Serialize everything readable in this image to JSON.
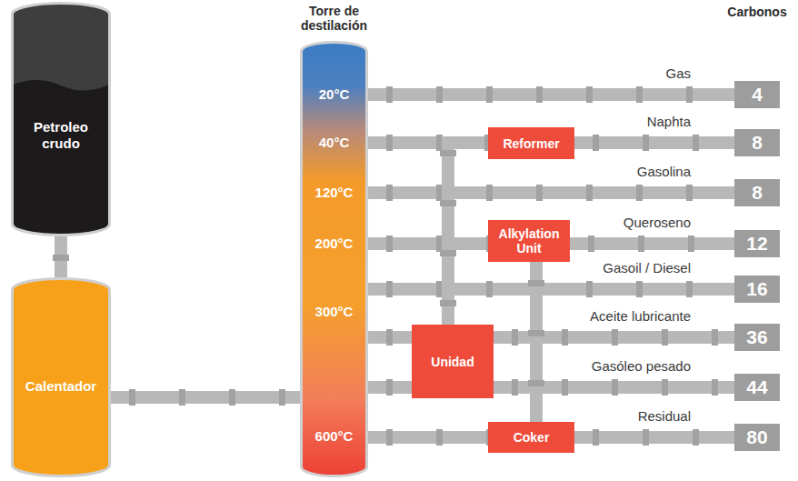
{
  "diagram": {
    "nodes": [
      {
        "text": [
          "Petroleo crudo"
        ]
      },
      {
        "text": [
          "Calentador"
        ]
      },
      {
        "text": [
          "Torre de destilación",
          "20°C",
          "40°C",
          "120°C",
          "200°C",
          "300°C",
          "600°C"
        ]
      },
      {
        "text": [
          "Reformer"
        ]
      },
      {
        "text": [
          "Alkylation Unit"
        ]
      },
      {
        "text": [
          "Unidad"
        ]
      },
      {
        "text": [
          "Coker"
        ]
      },
      {
        "text": [
          "4"
        ]
      },
      {
        "text": [
          "8"
        ]
      },
      {
        "text": [
          "8"
        ]
      },
      {
        "text": [
          "12"
        ]
      },
      {
        "text": [
          "16"
        ]
      },
      {
        "text": [
          "36"
        ]
      },
      {
        "text": [
          "44"
        ]
      },
      {
        "text": [
          "80"
        ]
      }
    ],
    "edges": [
      {
        "from": 0,
        "to": 1,
        "arrow": "none"
      },
      {
        "from": 1,
        "to": 2,
        "arrow": "none"
      },
      {
        "from": 2,
        "to": 7,
        "arrow": "none"
      },
      {
        "from": 2,
        "to": 3,
        "arrow": "none"
      },
      {
        "from": 3,
        "to": 8,
        "arrow": "none"
      },
      {
        "from": 2,
        "to": 9,
        "arrow": "none"
      },
      {
        "from": 2,
        "to": 4,
        "arrow": "none"
      },
      {
        "from": 4,
        "to": 10,
        "arrow": "none"
      },
      {
        "from": 2,
        "to": 11,
        "arrow": "none"
      },
      {
        "from": 2,
        "to": 5,
        "arrow": "none"
      },
      {
        "from": 5,
        "to": 12,
        "arrow": "none"
      },
      {
        "from": 2,
        "to": 5,
        "arrow": "none"
      },
      {
        "from": 5,
        "to": 13,
        "arrow": "none"
      },
      {
        "from": 2,
        "to": 6,
        "arrow": "none"
      },
      {
        "from": 6,
        "to": 14,
        "arrow": "none"
      },
      {
        "from": 5,
        "to": 3,
        "arrow": "none"
      },
      {
        "from": 4,
        "to": 6,
        "arrow": "none"
      }
    ],
    "labels": [
      "Carbonos",
      "Gas",
      "Naphta",
      "Gasolina",
      "Queroseno",
      "Gasoil / Diesel",
      "Aceite lubricante",
      "Gasóleo pesado",
      "Residual"
    ]
  }
}
